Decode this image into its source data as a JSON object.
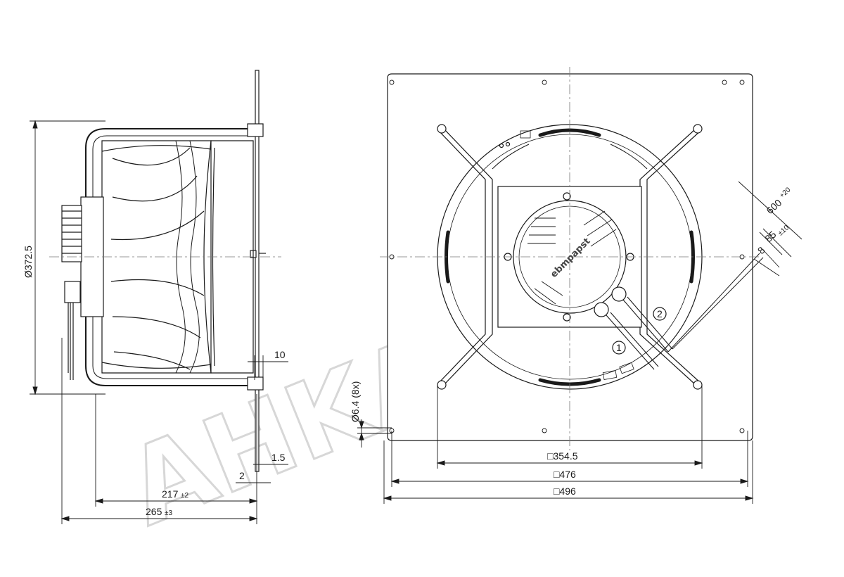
{
  "watermark": "AHKA.BY",
  "side_view": {
    "diameter_label": "Ø372.5",
    "dim_10": "10",
    "dim_1_5": "1.5",
    "dim_2": "2",
    "dim_217": "217",
    "dim_217_tol": "±2",
    "dim_265": "265",
    "dim_265_tol": "±3"
  },
  "front_view": {
    "hole_label": "Ø6.4 (8x)",
    "dim_354_5": "□354.5",
    "dim_476": "□476",
    "dim_496": "□496",
    "cable_600": "600",
    "cable_600_tol": "+20",
    "cable_85": "85",
    "cable_85_tol": "±10",
    "cable_8": "8",
    "callout_1": "1",
    "callout_2": "2",
    "motor_logo": "ebmpapst"
  },
  "colors": {
    "line": "#1a1a1a",
    "watermark": "#d7d7d7",
    "light_line": "#777777"
  }
}
